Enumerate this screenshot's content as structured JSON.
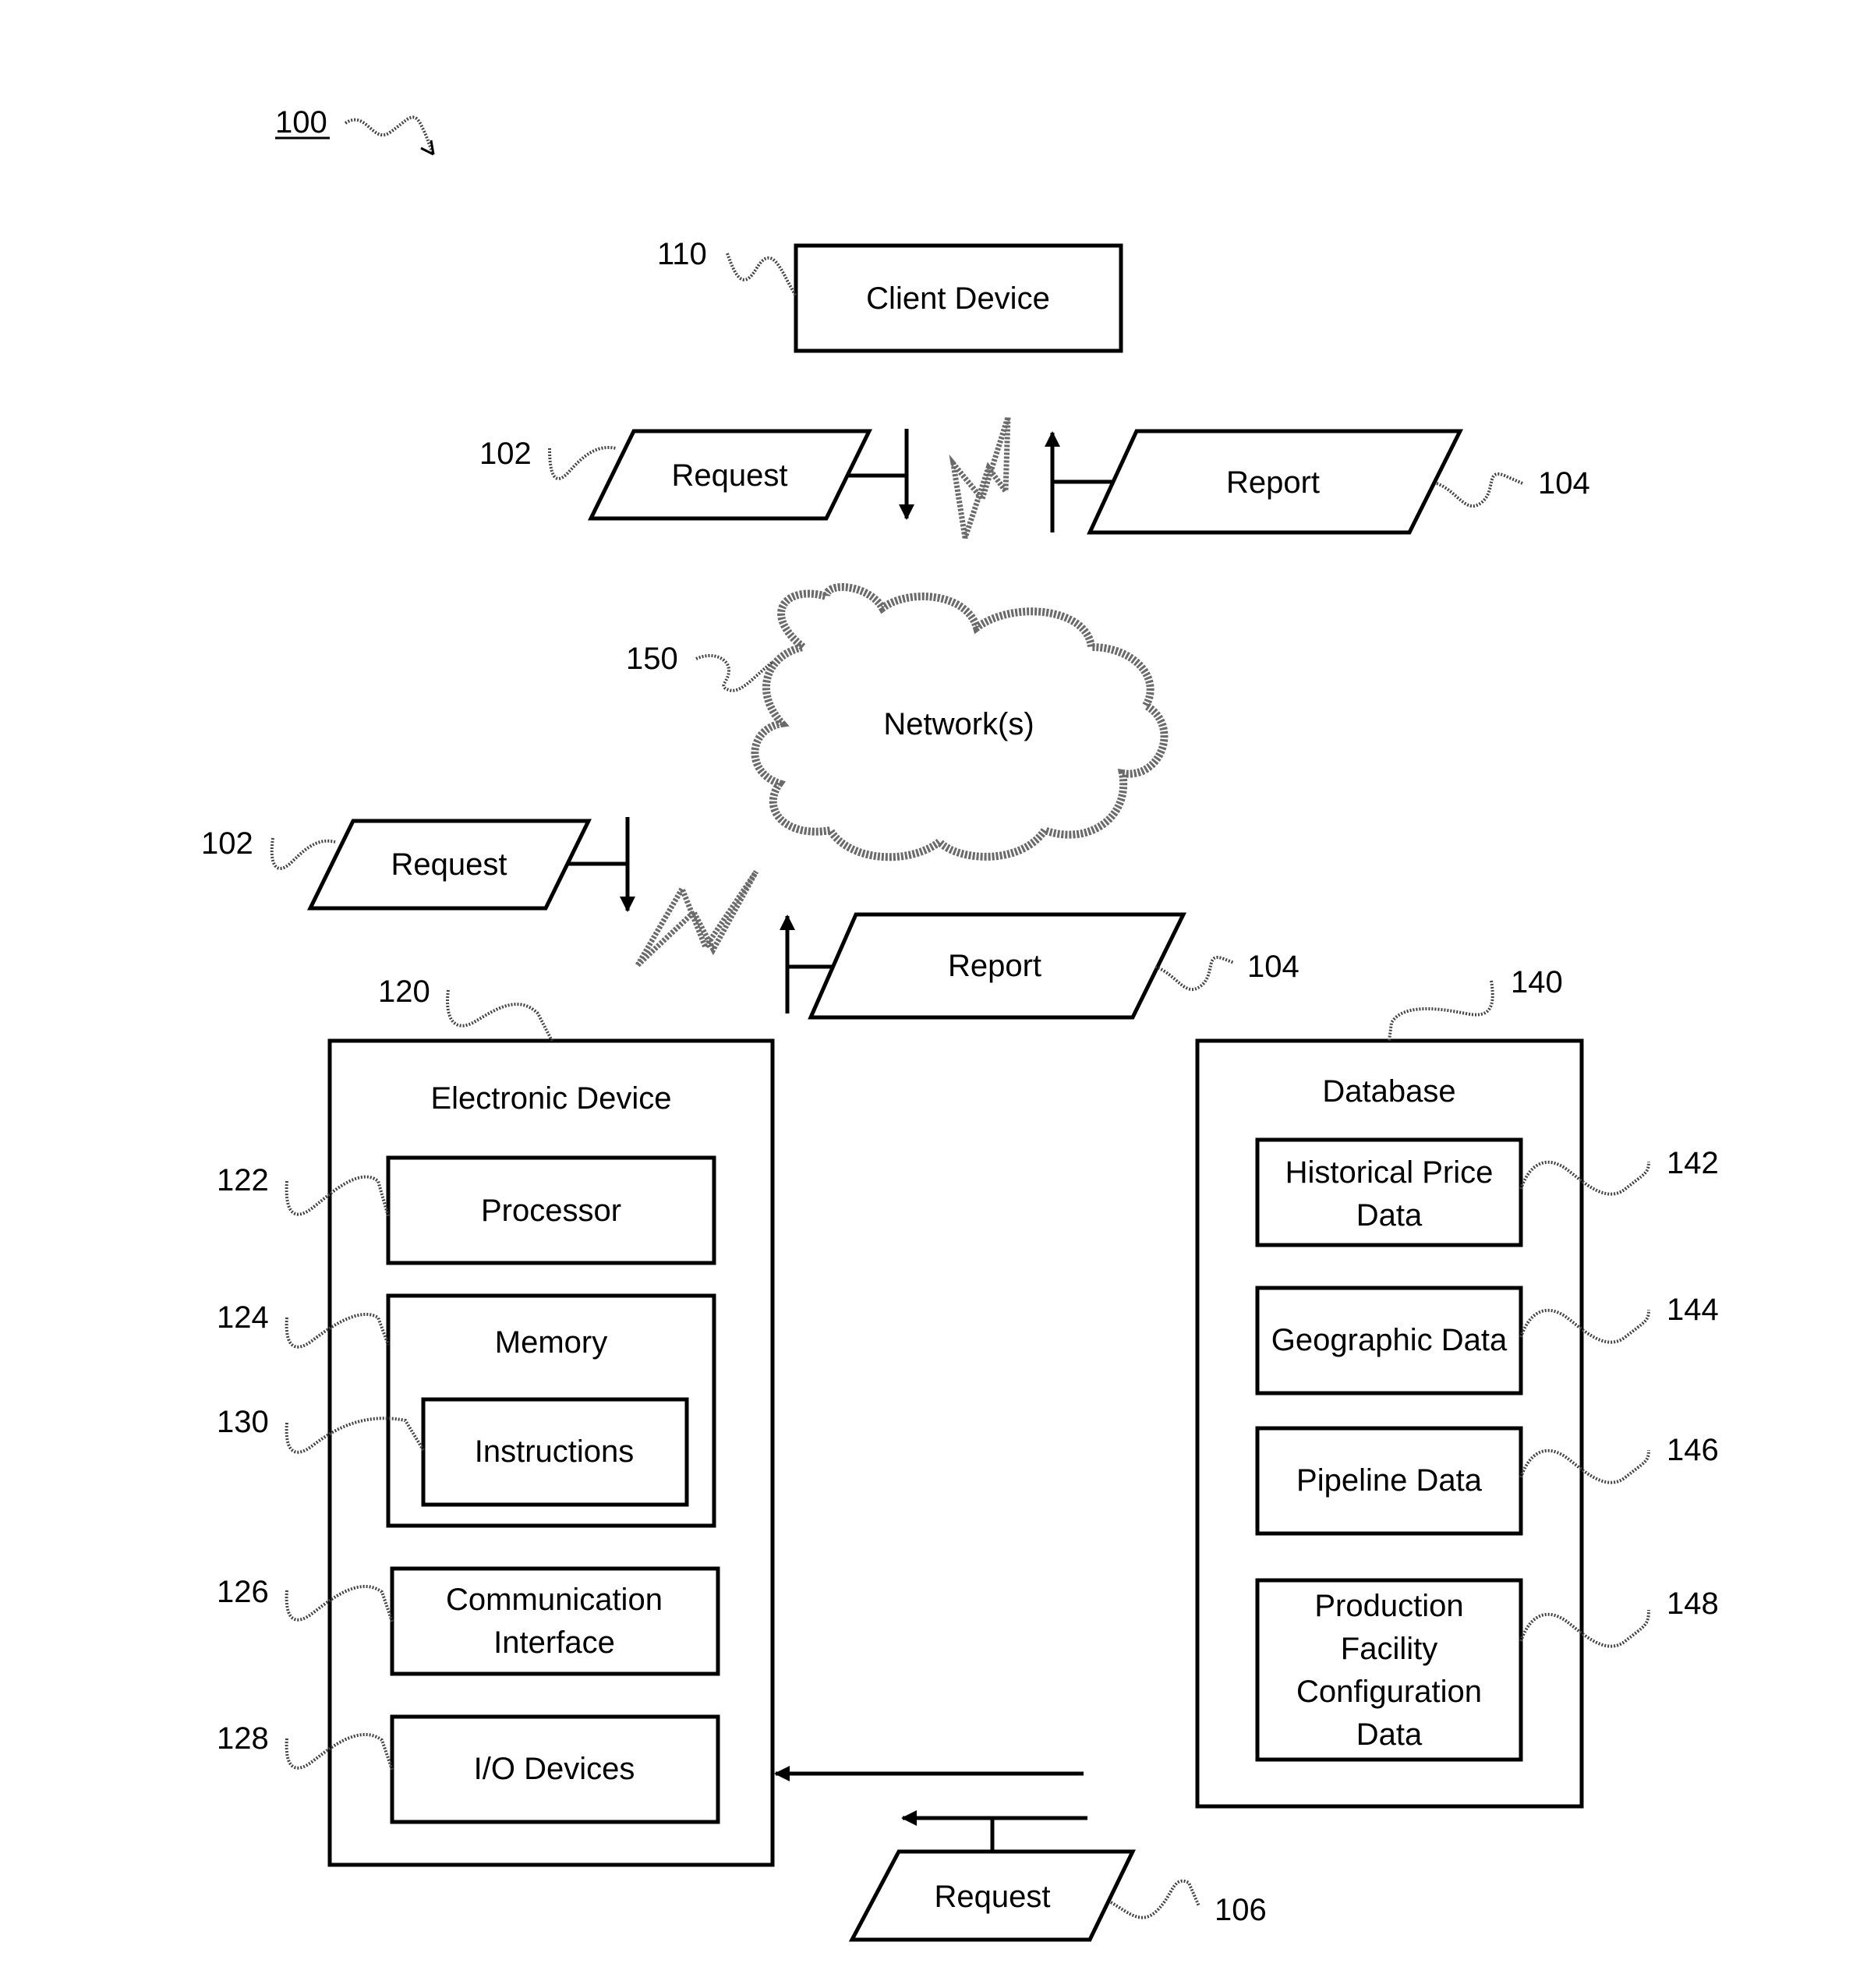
{
  "figure_number": "100",
  "client_device": {
    "ref": "110",
    "label": "Client Device"
  },
  "top_request": {
    "ref": "102",
    "label": "Request"
  },
  "top_report": {
    "ref": "104",
    "label": "Report"
  },
  "network": {
    "ref": "150",
    "label": "Network(s)"
  },
  "mid_request": {
    "ref": "102",
    "label": "Request"
  },
  "mid_report": {
    "ref": "104",
    "label": "Report"
  },
  "electronic_device": {
    "ref": "120",
    "label": "Electronic Device",
    "processor": {
      "ref": "122",
      "label": "Processor"
    },
    "memory": {
      "ref": "124",
      "label": "Memory"
    },
    "instructions": {
      "ref": "130",
      "label": "Instructions"
    },
    "comm_interface": {
      "ref": "126",
      "label_line1": "Communication",
      "label_line2": "Interface"
    },
    "io_devices": {
      "ref": "128",
      "label": "I/O Devices"
    }
  },
  "database": {
    "ref": "140",
    "label": "Database",
    "historical_price": {
      "ref": "142",
      "label_line1": "Historical Price",
      "label_line2": "Data"
    },
    "geographic": {
      "ref": "144",
      "label": "Geographic Data"
    },
    "pipeline": {
      "ref": "146",
      "label": "Pipeline Data"
    },
    "production_facility": {
      "ref": "148",
      "label_line1": "Production",
      "label_line2": "Facility",
      "label_line3": "Configuration",
      "label_line4": "Data"
    }
  },
  "bottom_request": {
    "ref": "106",
    "label": "Request"
  }
}
